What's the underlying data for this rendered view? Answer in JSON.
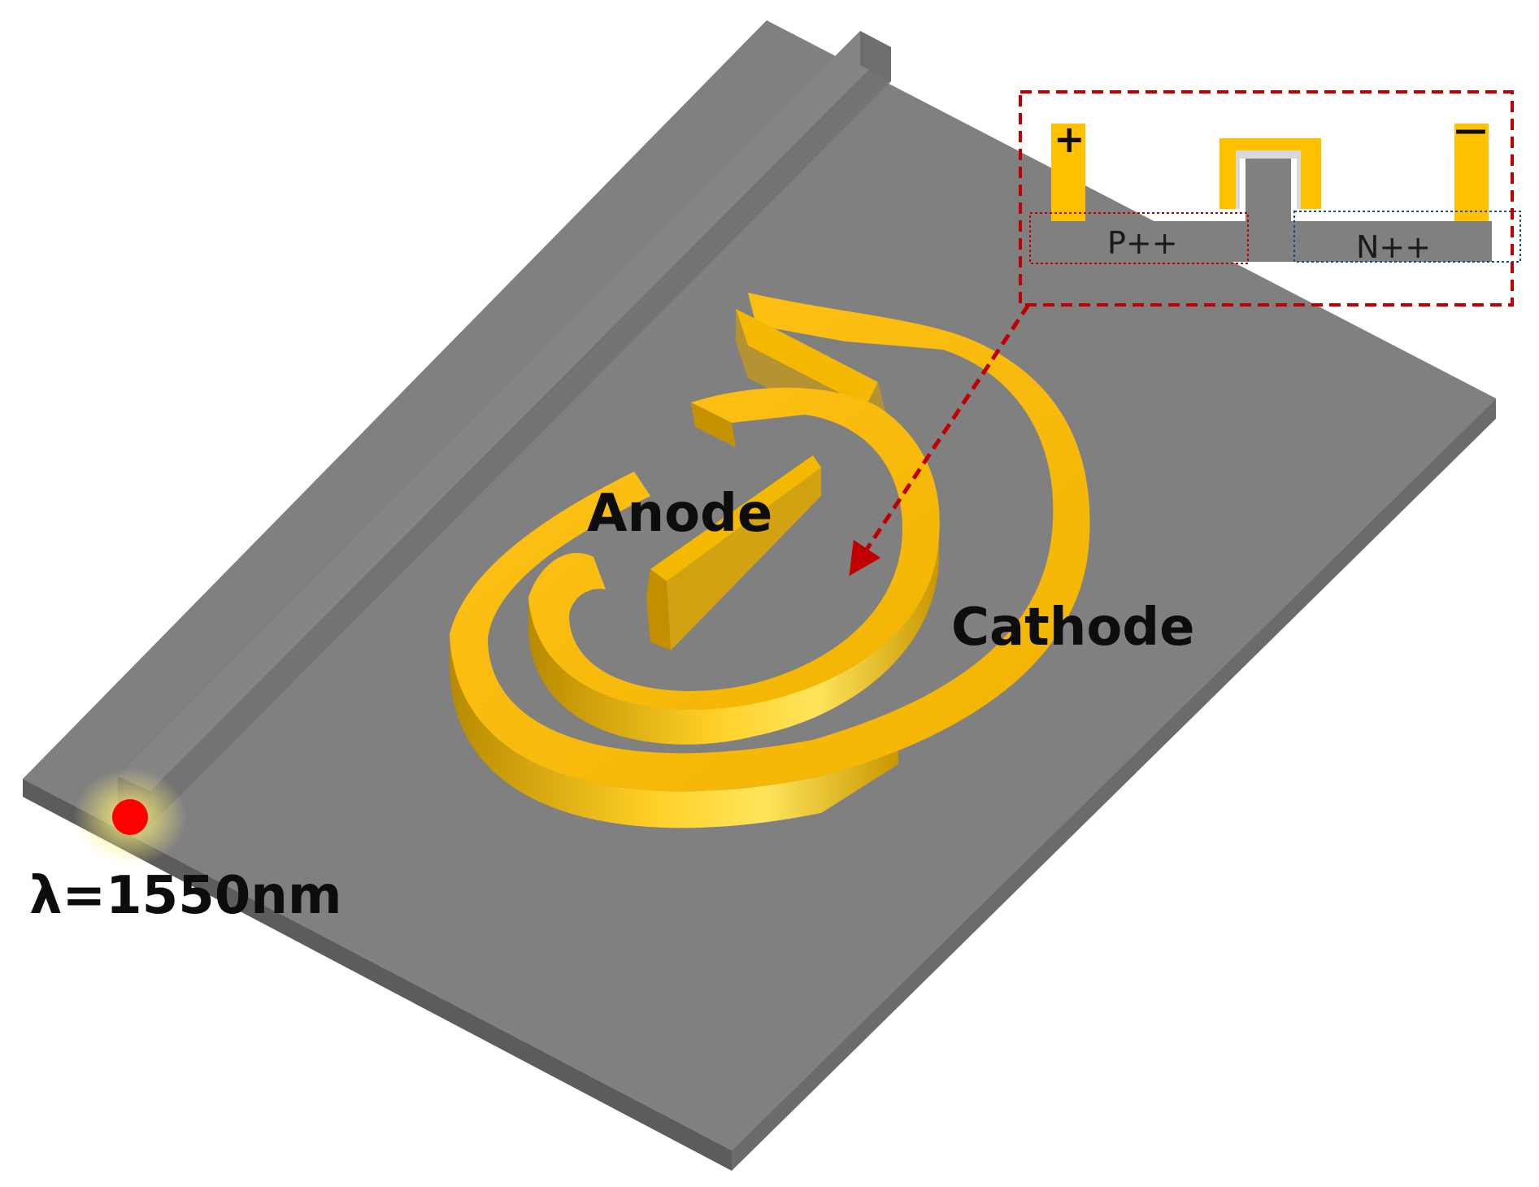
{
  "labels": {
    "anode": "Anode",
    "cathode": "Cathode",
    "wavelength": "λ=1550nm"
  },
  "inset": {
    "p_region": "P++",
    "n_region": "N++",
    "positive_terminal": "+",
    "negative_terminal": "—"
  },
  "colors": {
    "substrate": "#7f7f7f",
    "substrate_side": "#5a5a5a",
    "metal": "#ffc000",
    "inset_border": "#c00000",
    "p_region_border": "#c00000",
    "n_region_border": "#1f4e79",
    "source_spot": "#ff0000"
  }
}
